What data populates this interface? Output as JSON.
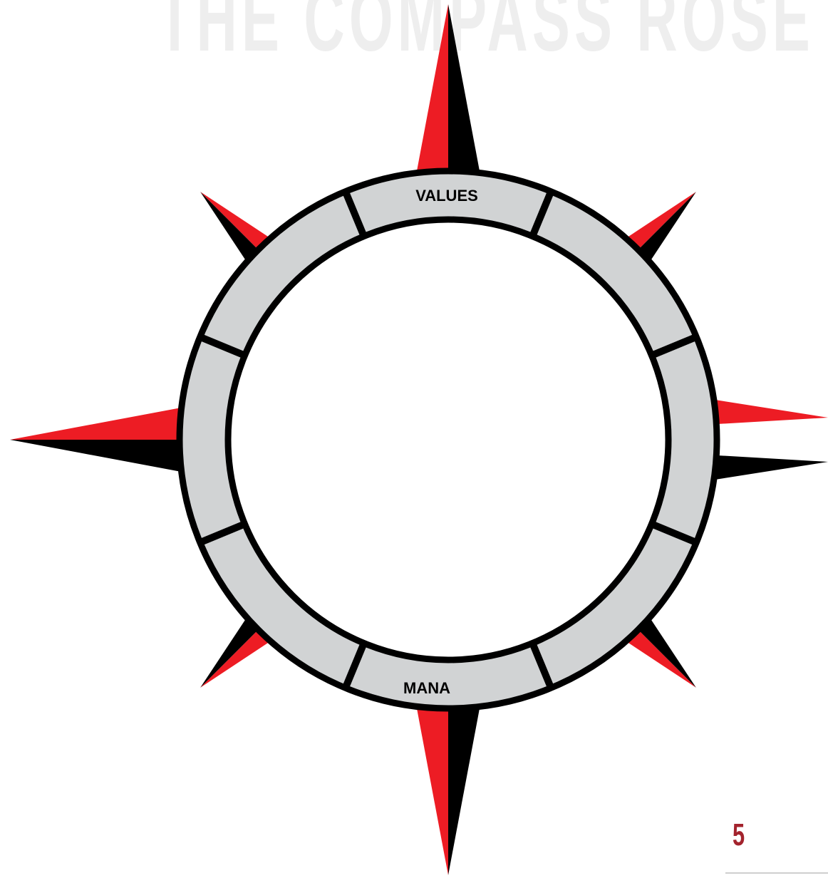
{
  "header": {
    "title": "THE COMPASS ROSE"
  },
  "compass": {
    "ring_labels": {
      "top": "VALUES",
      "bottom": "MANA"
    },
    "colors": {
      "red": "#ed1c24",
      "black": "#000000",
      "ring": "#d1d3d4",
      "background": "#ffffff"
    }
  },
  "footer": {
    "page_number": "5",
    "page_number_color": "#a3232d"
  }
}
